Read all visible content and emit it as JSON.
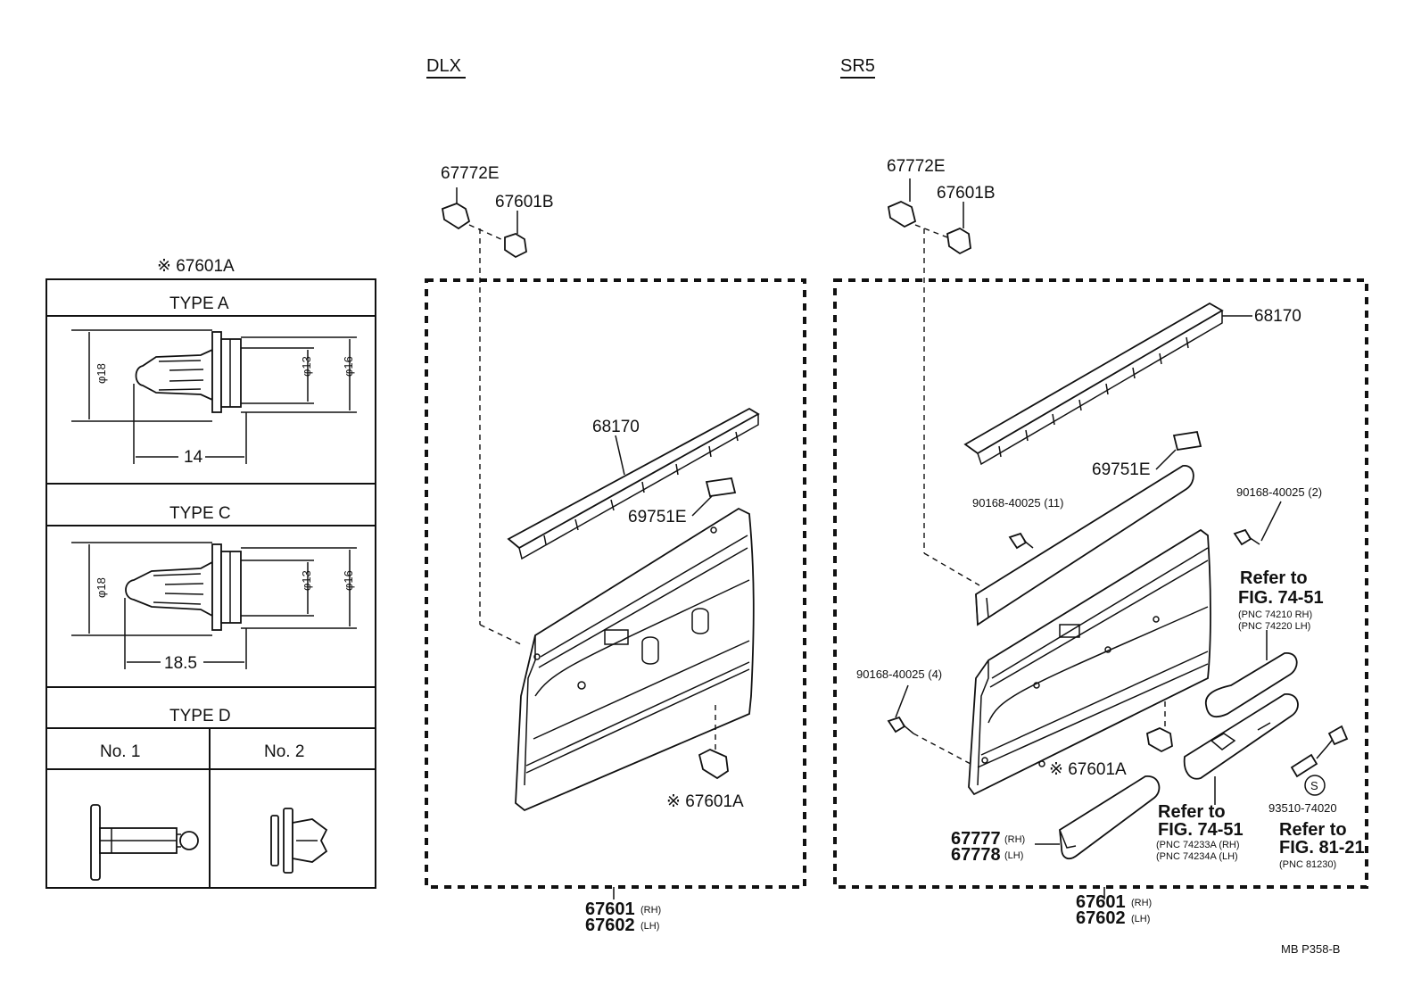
{
  "variants": {
    "dlx": "DLX",
    "sr5": "SR5"
  },
  "clip_table": {
    "title": "※ 67601A",
    "type_a": {
      "label": "TYPE A",
      "dim_head": "φ18",
      "dim_shank": "φ13",
      "dim_collar": "φ16",
      "dim_length": "14"
    },
    "type_c": {
      "label": "TYPE C",
      "dim_head": "φ18",
      "dim_shank": "φ13",
      "dim_collar": "φ16",
      "dim_length": "18.5"
    },
    "type_d": {
      "label": "TYPE D",
      "no1": "No. 1",
      "no2": "No. 2"
    }
  },
  "dlx": {
    "p67772E": "67772E",
    "p67601B": "67601B",
    "p68170": "68170",
    "p69751E": "69751E",
    "p67601A": "※ 67601A",
    "p67601": "67601",
    "p67601_side": "(RH)",
    "p67602": "67602",
    "p67602_side": "(LH)"
  },
  "sr5": {
    "p67772E": "67772E",
    "p67601B": "67601B",
    "p68170": "68170",
    "p69751E": "69751E",
    "screw_11": "90168-40025 (11)",
    "screw_2": "90168-40025 (2)",
    "screw_4": "90168-40025 (4)",
    "p67601A": "※ 67601A",
    "ref_a_1": "Refer to",
    "ref_a_2": "FIG. 74-51",
    "ref_a_3": "(PNC 74210 RH)",
    "ref_a_4": "(PNC 74220 LH)",
    "ref_b_1": "Refer to",
    "ref_b_2": "FIG. 74-51",
    "ref_b_3": "(PNC 74233A (RH)",
    "ref_b_4": "(PNC 74234A (LH)",
    "p93510": "93510-74020",
    "ref_c_1": "Refer to",
    "ref_c_2": "FIG. 81-21",
    "ref_c_3": "(PNC 81230)",
    "s_mark": "S",
    "p67777": "67777",
    "p67777_side": "(RH)",
    "p67778": "67778",
    "p67778_side": "(LH)",
    "p67601": "67601",
    "p67601_side": "(RH)",
    "p67602": "67602",
    "p67602_side": "(LH)"
  },
  "footer_code": "MB  P358-B"
}
